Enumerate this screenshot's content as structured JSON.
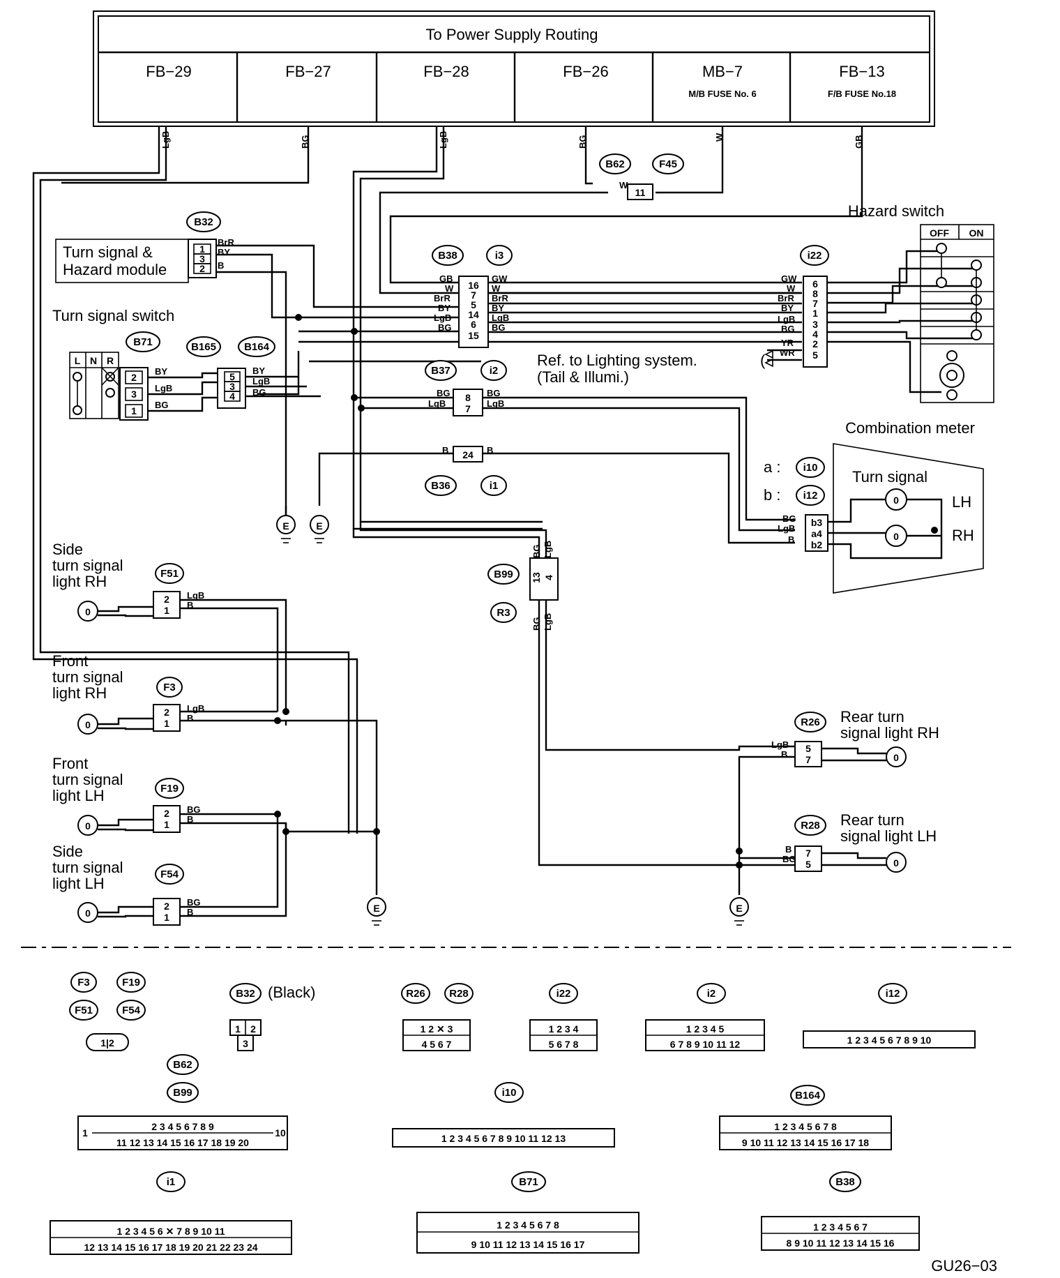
{
  "header": {
    "title": "To Power Supply Routing",
    "fuses": [
      {
        "name": "FB−29",
        "sub": ""
      },
      {
        "name": "FB−27",
        "sub": ""
      },
      {
        "name": "FB−28",
        "sub": ""
      },
      {
        "name": "FB−26",
        "sub": ""
      },
      {
        "name": "MB−7",
        "sub": "M/B FUSE No. 6"
      },
      {
        "name": "FB−13",
        "sub": "F/B FUSE No.18"
      }
    ]
  },
  "wires": [
    "LgB",
    "BG",
    "LgB",
    "BG",
    "W",
    "GB"
  ],
  "components": {
    "hazard_switch": "Hazard switch",
    "hazard_off": "OFF",
    "hazard_on": "ON",
    "module_line1": "Turn signal &",
    "module_line2": "Hazard module",
    "turn_switch": "Turn signal switch",
    "switch_positions": [
      "L",
      "N",
      "R"
    ],
    "ref_lighting_1": "Ref. to Lighting system.",
    "ref_lighting_2": "(Tail & Illumi.)",
    "combination_meter": "Combination meter",
    "meter_turn_signal": "Turn signal",
    "lh": "LH",
    "rh": "RH",
    "meter_a": "a :",
    "meter_b": "b :",
    "side_rh": [
      "Side",
      "turn signal",
      "light RH"
    ],
    "front_rh": [
      "Front",
      "turn signal",
      "light RH"
    ],
    "front_lh": [
      "Front",
      "turn signal",
      "light LH"
    ],
    "side_lh": [
      "Side",
      "turn signal",
      "light LH"
    ],
    "rear_rh": [
      "Rear turn",
      "signal light RH"
    ],
    "rear_lh": [
      "Rear turn",
      "signal light LH"
    ],
    "ground": "E"
  },
  "connectors": {
    "b62": "B62",
    "f45": "F45",
    "b32": "B32",
    "b38": "B38",
    "i3": "i3",
    "i22": "i22",
    "b71": "B71",
    "b165": "B165",
    "b164": "B164",
    "b37": "B37",
    "i2": "i2",
    "b36": "B36",
    "i1": "i1",
    "i10": "i10",
    "i12": "i12",
    "f51": "F51",
    "f3": "F3",
    "f19": "F19",
    "f54": "F54",
    "b99": "B99",
    "r3": "R3",
    "r26": "R26",
    "r28": "R28"
  },
  "legend": {
    "b32_color": "(Black)",
    "group1": [
      "F3",
      "F19",
      "F51",
      "F54"
    ],
    "group_b32": "B32",
    "group_r": [
      "R26",
      "R28"
    ],
    "group_i22": "i22",
    "group_i2": "i2",
    "group_i12": "i12",
    "group_b62": "B62",
    "group_b99": "B99",
    "group_i10": "i10",
    "group_b164": "B164",
    "group_i1": "i1",
    "group_b71": "B71",
    "group_b38": "B38"
  },
  "footer_code": "GU26−03"
}
